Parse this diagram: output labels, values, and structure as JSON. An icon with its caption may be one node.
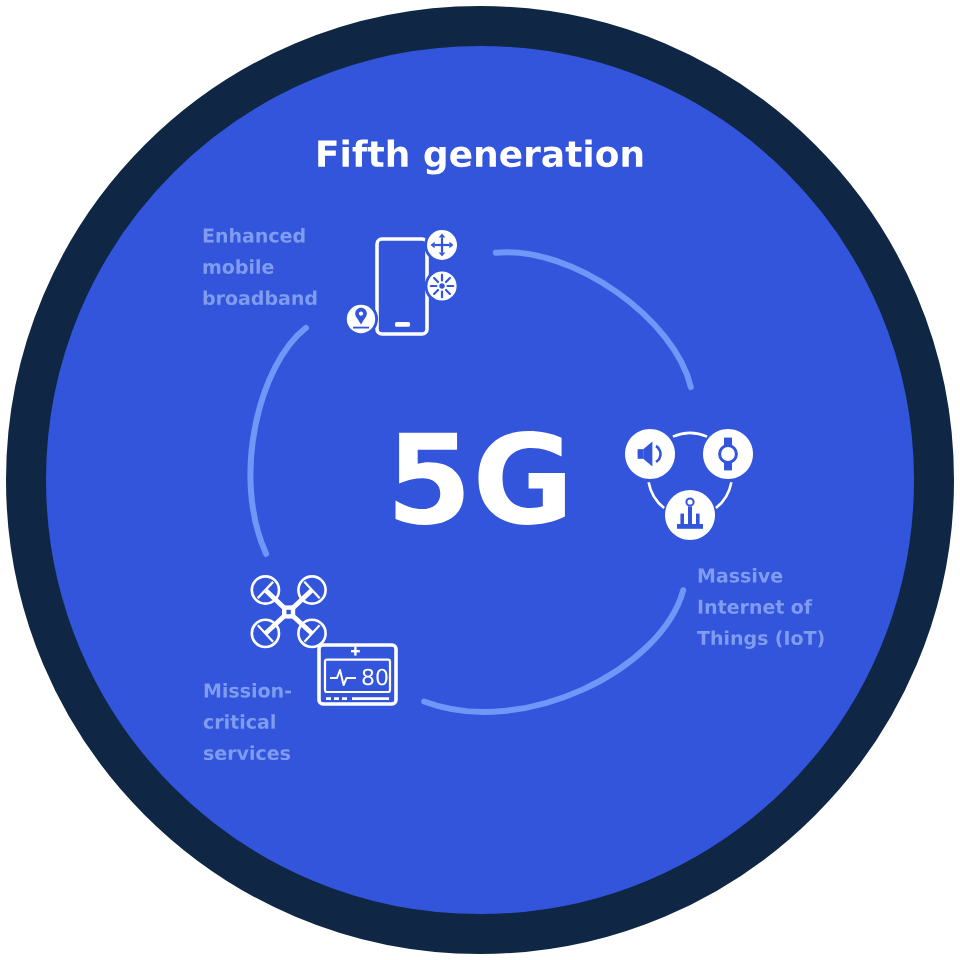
{
  "diagram": {
    "nodes": [
      {
        "text": [
          "Fifth generation",
          "5G"
        ]
      },
      {
        "text": [],
        "shape": "picture",
        "beside": [
          "Enhanced mobile broadband"
        ],
        "in": 0
      },
      {
        "text": [],
        "shape": "picture",
        "beside": [
          "Massive Internet of Things (IoT)"
        ],
        "in": 0
      },
      {
        "text": [],
        "shape": "picture",
        "beside": [
          "Mission-critical services"
        ],
        "in": 0
      }
    ],
    "edges": [
      {
        "from": 1,
        "to": 2,
        "arrow": "none"
      },
      {
        "from": 2,
        "to": 3,
        "arrow": "none"
      },
      {
        "from": 3,
        "to": 1,
        "arrow": "none"
      }
    ],
    "labels": [
      "80"
    ]
  }
}
